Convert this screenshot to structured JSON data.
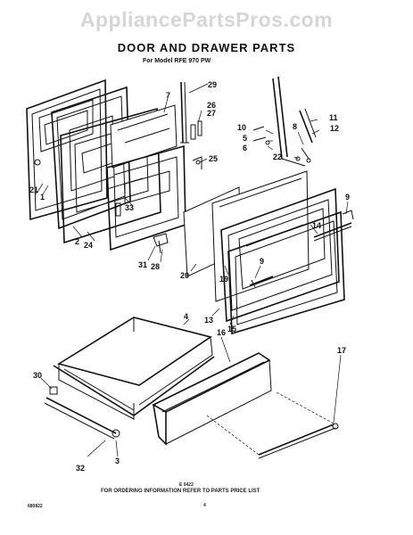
{
  "watermark": "AppliancePartsPros.com",
  "title": "DOOR AND DRAWER PARTS",
  "subtitle": "For Model RFE 970 PW",
  "figure_code": "E 0422",
  "footer_note": "FOR ORDERING INFORMATION REFER TO PARTS PRICE LIST",
  "page_number": "4",
  "doc_number": "680822",
  "part_labels": {
    "p1": "1",
    "p2": "2",
    "p3": "3",
    "p4": "4",
    "p5": "5",
    "p6": "6",
    "p7": "7",
    "p8": "8",
    "p9a": "9",
    "p9b": "9",
    "p10": "10",
    "p11": "11",
    "p12": "12",
    "p13": "13",
    "p14": "14",
    "p15": "15",
    "p16": "16",
    "p17": "17",
    "p19": "19",
    "p20": "20",
    "p21": "21",
    "p22": "22",
    "p24": "24",
    "p25": "25",
    "p26": "26",
    "p27": "27",
    "p28": "28",
    "p29": "29",
    "p30": "30",
    "p31": "31",
    "p32": "32",
    "p33": "33"
  }
}
